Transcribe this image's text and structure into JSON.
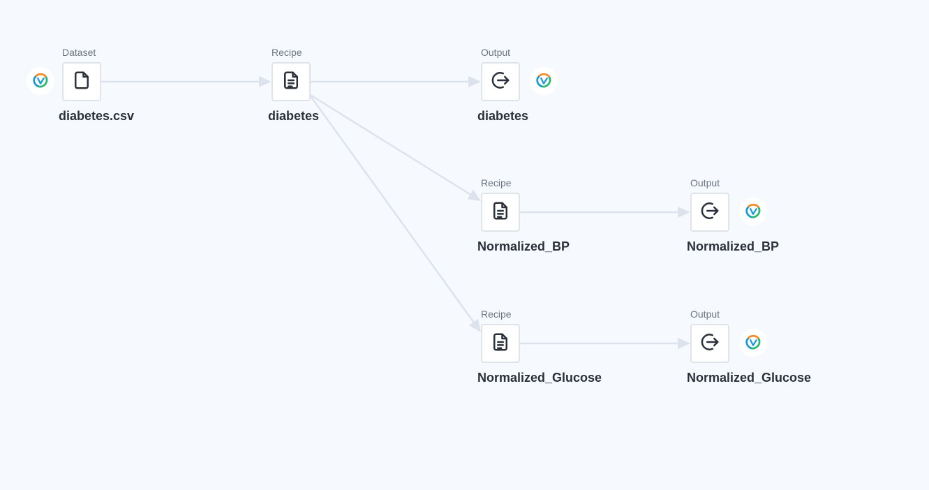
{
  "colors": {
    "background": "#f6f9fd",
    "edge": "#dde3ec",
    "node_border": "#dfe4ea",
    "icon": "#2b313a",
    "type_text": "#6b7480",
    "label_text": "#2b313a"
  },
  "nodes": [
    {
      "id": "n_dataset",
      "type": "Dataset",
      "label": "diabetes.csv",
      "icon": "file-icon",
      "brand_icon": "left"
    },
    {
      "id": "n_recipe_main",
      "type": "Recipe",
      "label": "diabetes",
      "icon": "document-icon",
      "brand_icon": "none"
    },
    {
      "id": "n_output_main",
      "type": "Output",
      "label": "diabetes",
      "icon": "logout-icon",
      "brand_icon": "right"
    },
    {
      "id": "n_recipe_bp",
      "type": "Recipe",
      "label": "Normalized_BP",
      "icon": "document-icon",
      "brand_icon": "none"
    },
    {
      "id": "n_output_bp",
      "type": "Output",
      "label": "Normalized_BP",
      "icon": "logout-icon",
      "brand_icon": "right"
    },
    {
      "id": "n_recipe_glucose",
      "type": "Recipe",
      "label": "Normalized_Glucose",
      "icon": "document-icon",
      "brand_icon": "none"
    },
    {
      "id": "n_output_glucose",
      "type": "Output",
      "label": "Normalized_Glucose",
      "icon": "logout-icon",
      "brand_icon": "right"
    }
  ],
  "edges": [
    {
      "from": "n_dataset",
      "to": "n_recipe_main"
    },
    {
      "from": "n_recipe_main",
      "to": "n_output_main"
    },
    {
      "from": "n_recipe_main",
      "to": "n_recipe_bp"
    },
    {
      "from": "n_recipe_main",
      "to": "n_recipe_glucose"
    },
    {
      "from": "n_recipe_bp",
      "to": "n_output_bp"
    },
    {
      "from": "n_recipe_glucose",
      "to": "n_output_glucose"
    }
  ]
}
